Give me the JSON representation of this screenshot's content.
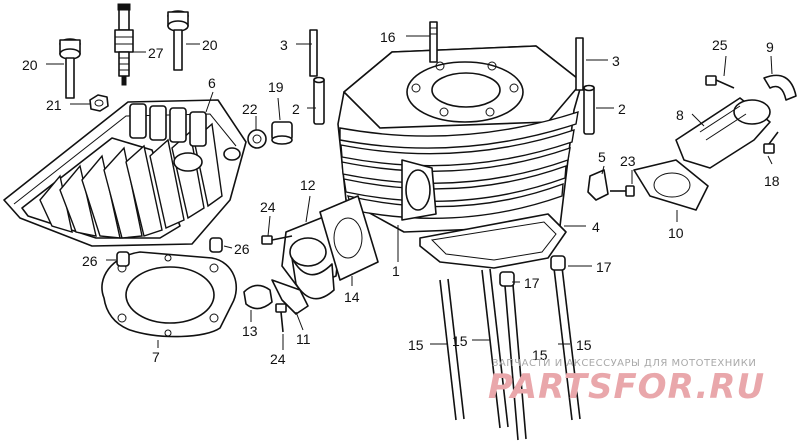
{
  "diagram": {
    "callouts": {
      "c1": "1",
      "c2a": "2",
      "c2b": "2",
      "c3a": "3",
      "c3b": "3",
      "c4": "4",
      "c5": "5",
      "c6": "6",
      "c7": "7",
      "c8": "8",
      "c9": "9",
      "c10": "10",
      "c11": "11",
      "c12": "12",
      "c13": "13",
      "c14": "14",
      "c15a": "15",
      "c15b": "15",
      "c15c": "15",
      "c15d": "15",
      "c16": "16",
      "c17a": "17",
      "c17b": "17",
      "c18": "18",
      "c19": "19",
      "c20a": "20",
      "c20b": "20",
      "c21": "21",
      "c22": "22",
      "c23": "23",
      "c24a": "24",
      "c24b": "24",
      "c25": "25",
      "c26a": "26",
      "c26b": "26",
      "c27": "27"
    }
  },
  "watermark": {
    "tagline": "ЗАПЧАСТИ И АКСЕССУАРЫ ДЛЯ МОТОТЕХНИКИ",
    "brand": "PARTSFOR.RU",
    "color": "#e9a7ab"
  }
}
